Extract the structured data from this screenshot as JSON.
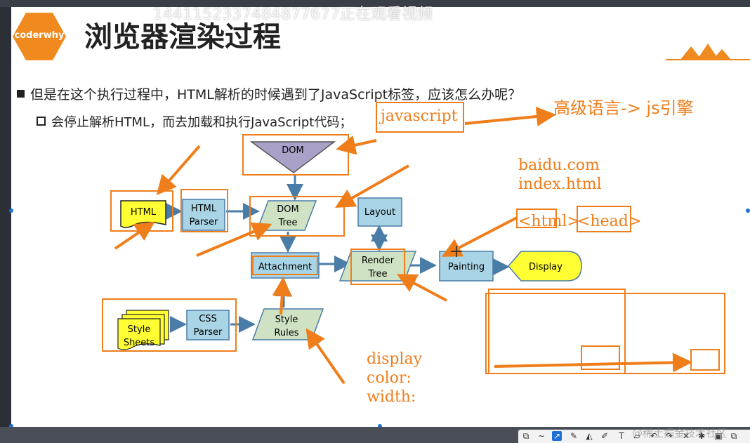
{
  "slide": {
    "logo_text": "coderwhy",
    "title": "浏览器渲染过程",
    "watermark": "1441152337484877677正在观看视频",
    "bullet1": "但是在这个执行过程中，HTML解析的时候遇到了JavaScript标签，应该怎么办呢？",
    "bullet2": "会停止解析HTML，而去加载和执行JavaScript代码；"
  },
  "diagram": {
    "nodes": {
      "dom": "DOM",
      "html": "HTML",
      "html_parser": [
        "HTML",
        "Parser"
      ],
      "dom_tree": [
        "DOM",
        "Tree"
      ],
      "layout": "Layout",
      "attachment": "Attachment",
      "render_tree": [
        "Render",
        "Tree"
      ],
      "painting": "Painting",
      "display": "Display",
      "style_sheets": [
        "Style",
        "Sheets"
      ],
      "css_parser": [
        "CSS",
        "Parser"
      ],
      "style_rules": [
        "Style",
        "Rules"
      ]
    },
    "annotations": {
      "javascript": "javascript",
      "engine": "高级语言-> js引擎",
      "baidu": "baidu.com",
      "index": "index.html",
      "html_tag": "<html>",
      "head_tag": "<head>",
      "css_props": [
        "display",
        "color:",
        "width:"
      ]
    },
    "colors": {
      "node_fill": "#a8d4e6",
      "node_stroke": "#4a7ca8",
      "parallelogram_fill": "#cfe3c4",
      "dom_fill": "#a9a1c8",
      "html_fill": "#ffff33",
      "display_fill": "#ffff33",
      "arrow": "#4a7ca8",
      "annotation": "#ef7d1a"
    }
  },
  "bottom_watermark": "@稀土掘金技术社区"
}
